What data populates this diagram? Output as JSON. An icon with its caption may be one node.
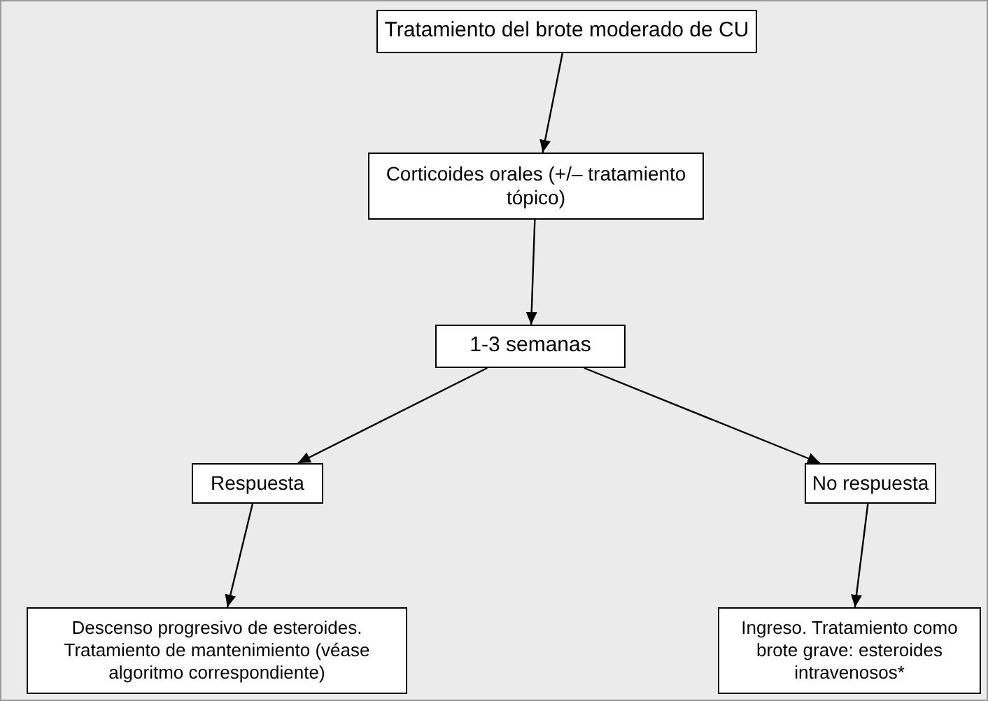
{
  "diagram": {
    "nodes": [
      {
        "text": [
          "Tratamiento del brote moderado de CU"
        ]
      },
      {
        "text": [
          "Corticoides orales (+/– tratamiento tópico)"
        ]
      },
      {
        "text": [
          "1-3 semanas"
        ]
      },
      {
        "text": [
          "Respuesta"
        ]
      },
      {
        "text": [
          "No respuesta"
        ]
      },
      {
        "text": [
          "Descenso progresivo de esteroides. Tratamiento de mantenimiento (véase algoritmo correspondiente)"
        ]
      },
      {
        "text": [
          "Ingreso. Tratamiento como brote grave: esteroides intravenosos*"
        ]
      }
    ],
    "edges": [
      {
        "from": 0,
        "to": 1,
        "arrow": "to"
      },
      {
        "from": 1,
        "to": 2,
        "arrow": "to"
      },
      {
        "from": 2,
        "to": 3,
        "arrow": "to"
      },
      {
        "from": 2,
        "to": 4,
        "arrow": "to"
      },
      {
        "from": 3,
        "to": 5,
        "arrow": "to"
      },
      {
        "from": 4,
        "to": 6,
        "arrow": "to"
      }
    ]
  }
}
